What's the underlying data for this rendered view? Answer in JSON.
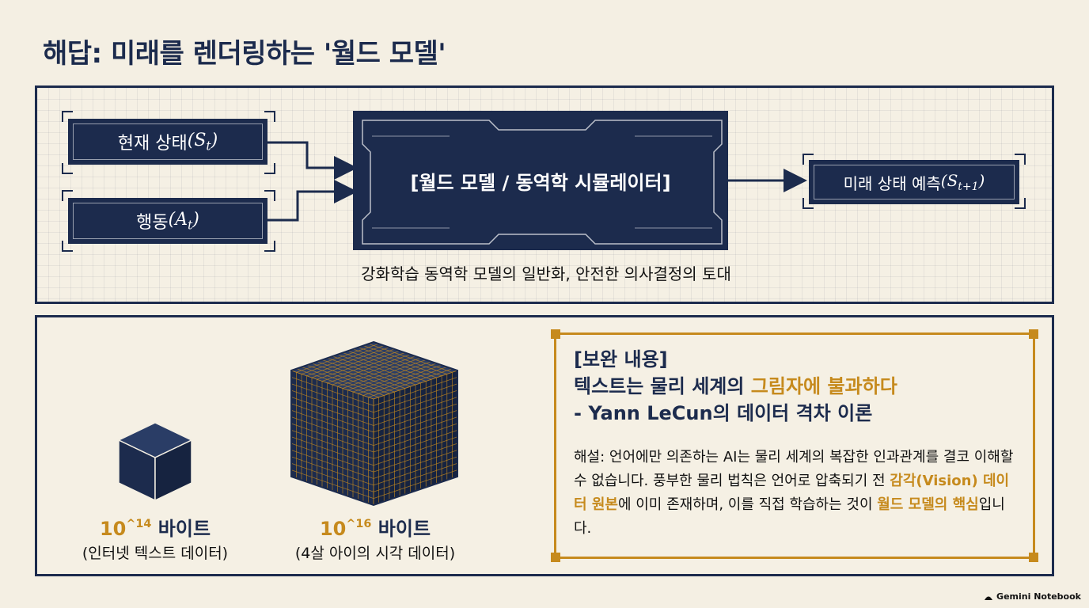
{
  "title": "해답: 미래를 렌더링하는 '월드 모델'",
  "diagram": {
    "current_state_label": "현재 상태",
    "current_state_symbol": "S",
    "current_state_sub": "t",
    "action_label": "행동",
    "action_symbol": "A",
    "action_sub": "t",
    "model_label": "[월드 모델 / 동역학 시뮬레이터]",
    "prediction_label": "미래 상태 예측",
    "prediction_symbol": "S",
    "prediction_sub": "t+1",
    "caption": "강화학습 동역학 모델의 일반화, 안전한 의사결정의 토대"
  },
  "comparison": {
    "small": {
      "base": "10",
      "exp": "^14",
      "unit": " 바이트",
      "desc": "(인터넷 텍스트 데이터)"
    },
    "large": {
      "base": "10",
      "exp": "^16",
      "unit": " 바이트",
      "desc": "(4살 아이의 시각 데이터)"
    }
  },
  "note": {
    "tag": "[보완 내용]",
    "heading_line1_a": "텍스트는 물리 세계의 ",
    "heading_line1_b": "그림자에 불과하다",
    "heading_line2": "- Yann LeCun의 데이터 격차 이론",
    "body_a": "해설: 언어에만 의존하는 AI는 물리 세계의 복잡한 인과관계를 결코 이해할 수 없습니다. 풍부한 물리 법칙은 언어로 압축되기 전 ",
    "body_hl1": "감각(Vision) 데이터 원본",
    "body_b": "에 이미 존재하며, 이를 직접 학습하는 것이 ",
    "body_hl2": "월드 모델의 핵심",
    "body_c": "입니다."
  },
  "brand": "Gemini Notebook",
  "colors": {
    "navy": "#1c2b4d",
    "gold": "#c68a1d",
    "paper": "#f4efe3"
  }
}
